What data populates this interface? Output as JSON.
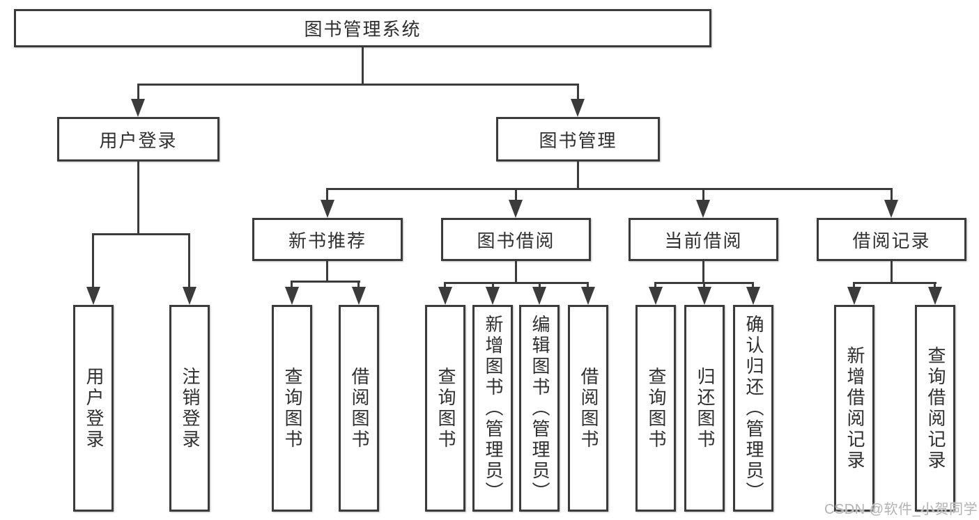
{
  "diagram": {
    "title_node": "图书管理系统",
    "level2": {
      "user_login": "用户登录",
      "book_management": "图书管理"
    },
    "level3": {
      "new_book_recommend": "新书推荐",
      "book_borrowing": "图书借阅",
      "current_borrowing": "当前借阅",
      "borrowing_records": "借阅记录"
    },
    "leaves": {
      "user_login": [
        "用户登录",
        "注销登录"
      ],
      "new_book_recommend": [
        "查询图书",
        "借阅图书"
      ],
      "book_borrowing": [
        "查询图书",
        "新增图书（管理员）",
        "编辑图书（管理员）",
        "借阅图书"
      ],
      "current_borrowing": [
        "查询图书",
        "归还图书",
        "确认归还（管理员）"
      ],
      "borrowing_records": [
        "新增借阅记录",
        "查询借阅记录"
      ]
    },
    "colors": {
      "line": "#3b3b3b",
      "text": "#2f2f2f",
      "background": "#ffffff",
      "watermark": "#b3b3b3"
    }
  },
  "watermark": "CSDN @软件_小贺同学"
}
